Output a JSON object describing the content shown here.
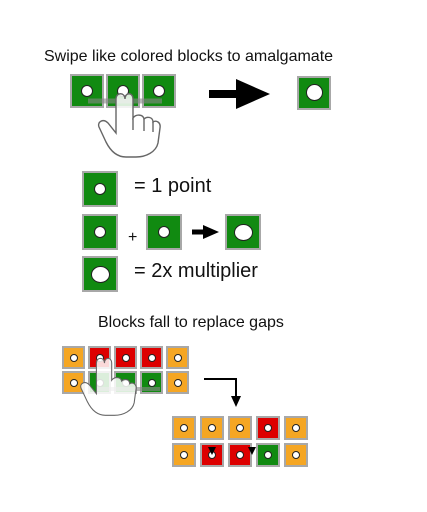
{
  "tutorial": {
    "swipe_heading": "Swipe like colored blocks to amalgamate",
    "point_label": "= 1 point",
    "plus_sign": "+",
    "multiplier_label": "= 2x multiplier",
    "fall_heading": "Blocks fall to replace gaps"
  },
  "colors": {
    "green": "#118a11",
    "red": "#dd0000",
    "orange": "#f5a623",
    "border": "#a8a8a8"
  },
  "icons": [
    "hand-swipe-icon",
    "arrow-right-icon",
    "arrow-down-icon",
    "bent-arrow-icon"
  ],
  "grids": {
    "before": [
      [
        "orange",
        "red",
        "red",
        "red",
        "orange"
      ],
      [
        "orange",
        "green",
        "green",
        "green",
        "orange"
      ]
    ],
    "after": [
      [
        "orange",
        "orange",
        "orange",
        "red",
        "orange"
      ],
      [
        "orange",
        "red",
        "red",
        "green",
        "orange"
      ]
    ]
  }
}
